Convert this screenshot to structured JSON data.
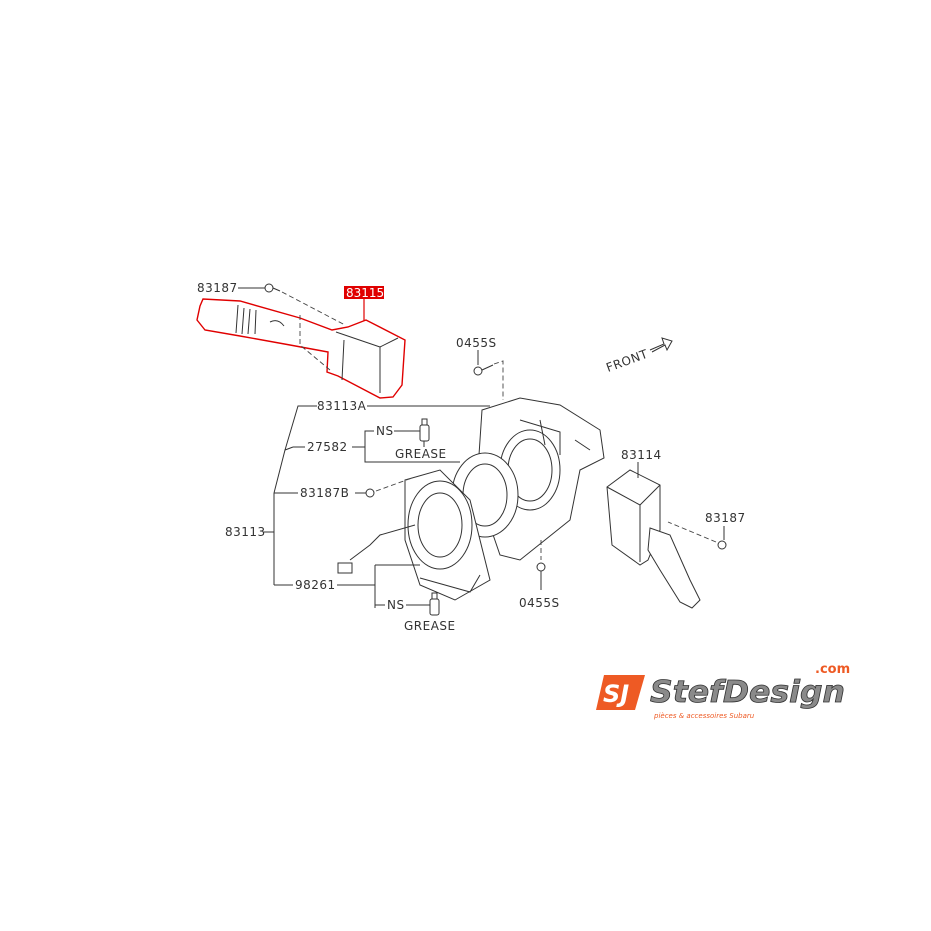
{
  "diagram": {
    "highlighted_part": "83115",
    "highlight_color": "#e00000",
    "labels": {
      "bolt_top_left": "83187",
      "highlighted": "83115",
      "bolt_top": "0455S",
      "front": "FRONT",
      "housing": "83113A",
      "ns_top": "NS",
      "grease_top": "GREASE",
      "roll_connector": "27582",
      "bolt_b": "83187B",
      "assembly": "83113",
      "switch_right": "83114",
      "bolt_right": "83187",
      "sensor": "98261",
      "ns_bottom": "NS",
      "grease_bottom": "GREASE",
      "bolt_bottom": "0455S"
    }
  },
  "logo": {
    "initials": "SJ",
    "name": "StefDesign",
    "tld": ".com",
    "tagline": "pièces & accessoires Subaru",
    "accent_color": "#ee5a24"
  }
}
